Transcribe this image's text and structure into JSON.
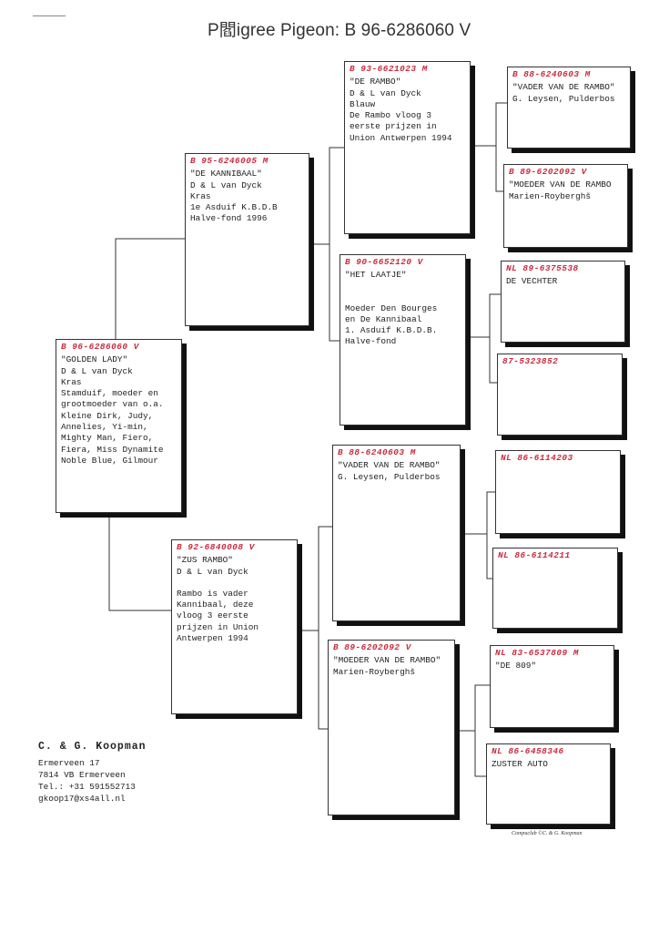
{
  "header": {
    "title": "P閻igree Pigeon: B   96-6286060 V"
  },
  "birds": {
    "subject": {
      "id": "B   96-6286060  V",
      "lines": [
        "\"GOLDEN LADY\"",
        "D & L van Dyck",
        "Kras",
        "Stamduif, moeder en",
        "grootmoeder van o.a.",
        "Kleine Dirk, Judy,",
        "Annelies, Yi-min,",
        "Mighty Man, Fiero,",
        "Fiera, Miss Dynamite",
        "Noble Blue, Gilmour"
      ]
    },
    "sire": {
      "id": "B   95-6246005  M",
      "lines": [
        "\"DE KANNIBAAL\"",
        "D & L van Dyck",
        "Kras",
        "1e Asduif K.B.D.B",
        "Halve-fond 1996"
      ]
    },
    "dam": {
      "id": "B   92-6840008  V",
      "lines": [
        "\"ZUS RAMBO\"",
        "D & L van Dyck",
        "",
        "Rambo is vader",
        "Kannibaal, deze",
        "vloog 3 eerste",
        "prijzen in Union",
        "Antwerpen 1994"
      ]
    },
    "ss": {
      "id": "B   93-6621023  M",
      "lines": [
        "\"DE RAMBO\"",
        "D & L van Dyck",
        "Blauw",
        "De Rambo vloog 3",
        "eerste prijzen in",
        "Union Antwerpen 1994"
      ]
    },
    "sd": {
      "id": "B   90-6652120  V",
      "lines": [
        "\"HET LAATJE\"",
        "",
        "",
        "Moeder Den Bourges",
        "en De Kannibaal",
        "1. Asduif K.B.D.B.",
        "Halve-fond"
      ]
    },
    "ds": {
      "id": "B   88-6240603  M",
      "lines": [
        "\"VADER VAN DE RAMBO\"",
        "G. Leysen, Pulderbos"
      ]
    },
    "dd": {
      "id": "B   89-6202092  V",
      "lines": [
        "\"MOEDER VAN DE RAMBO\"",
        "Marien-Royberghš"
      ]
    },
    "sss": {
      "id": "B   88-6240603  M",
      "lines": [
        "\"VADER VAN DE RAMBO\"",
        "G. Leysen, Pulderbos"
      ]
    },
    "ssd": {
      "id": "B   89-6202092  V",
      "lines": [
        "\"MOEDER VAN DE RAMBO",
        "Marien-Royberghš"
      ]
    },
    "sds": {
      "id": "NL  89-6375538",
      "lines": [
        " DE VECHTER"
      ]
    },
    "sdd": {
      "id": "    87-5323852",
      "lines": []
    },
    "dss": {
      "id": "NL  86-6114203",
      "lines": []
    },
    "dsd": {
      "id": "NL  86-6114211",
      "lines": []
    },
    "dds": {
      "id": "NL  83-6537809  M",
      "lines": [
        "\"DE 809\""
      ]
    },
    "ddd": {
      "id": "NL  86-6458346",
      "lines": [
        "ZUSTER AUTO"
      ]
    }
  },
  "owner": {
    "name": "C. & G. Koopman",
    "lines": [
      "Ermerveen 17",
      "7814 VB  Ermerveen",
      "Tel.: +31 591552713",
      "gkoop17@xs4all.nl"
    ]
  },
  "footer": {
    "text": "Compuclub ©C. & G. Koopman"
  }
}
